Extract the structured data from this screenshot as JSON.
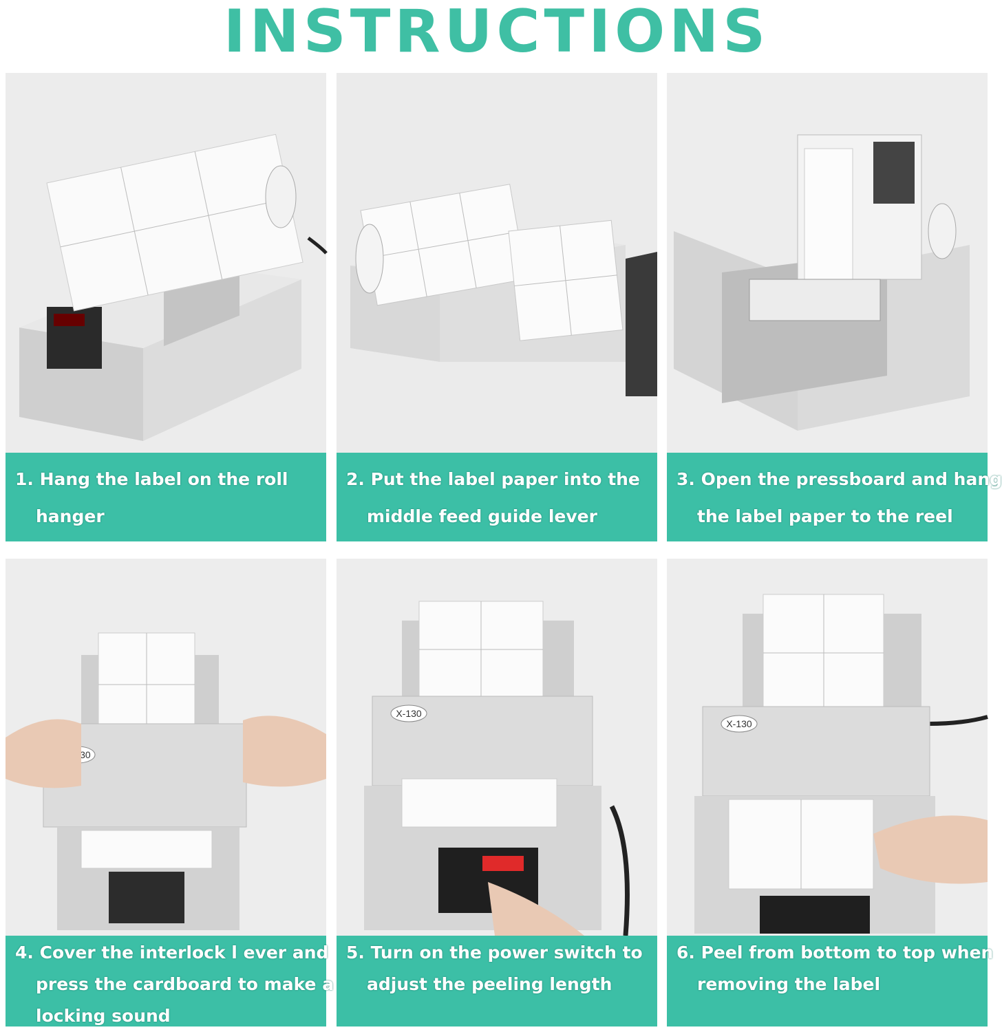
{
  "title": "INSTRUCTIONS",
  "steps": [
    {
      "line1": "1. Hang the label on the roll",
      "line2": "hanger"
    },
    {
      "line1": "2. Put the label paper into the",
      "line2": "middle feed guide lever"
    },
    {
      "line1": "3. Open the pressboard and hang",
      "line2": "the label paper to the reel"
    },
    {
      "line1": "4. Cover the interlock l  ever and",
      "line2": "press the cardboard to make a",
      "line3": "locking sound"
    },
    {
      "line1": "5. Turn on the power switch to",
      "line2": "adjust the peeling length"
    },
    {
      "line1": "6. Peel from bottom to top when",
      "line2": "removing the label"
    }
  ],
  "model_label": "X-130",
  "colors": {
    "accent": "#3cbfa6",
    "title": "#3fbfa4",
    "display_red": "#e02a2a"
  }
}
